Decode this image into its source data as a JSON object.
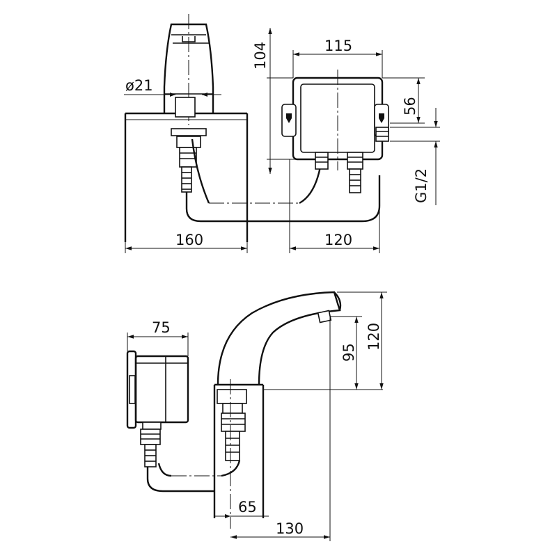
{
  "dimensions": {
    "top_view": {
      "height_104": "104",
      "width_115": "115",
      "diameter_21": "ø21",
      "height_56": "56",
      "thread_g12": "G1/2",
      "width_160": "160",
      "width_120": "120"
    },
    "side_view": {
      "width_75": "75",
      "height_95": "95",
      "height_120": "120",
      "offset_65": "65",
      "offset_130": "130"
    }
  }
}
